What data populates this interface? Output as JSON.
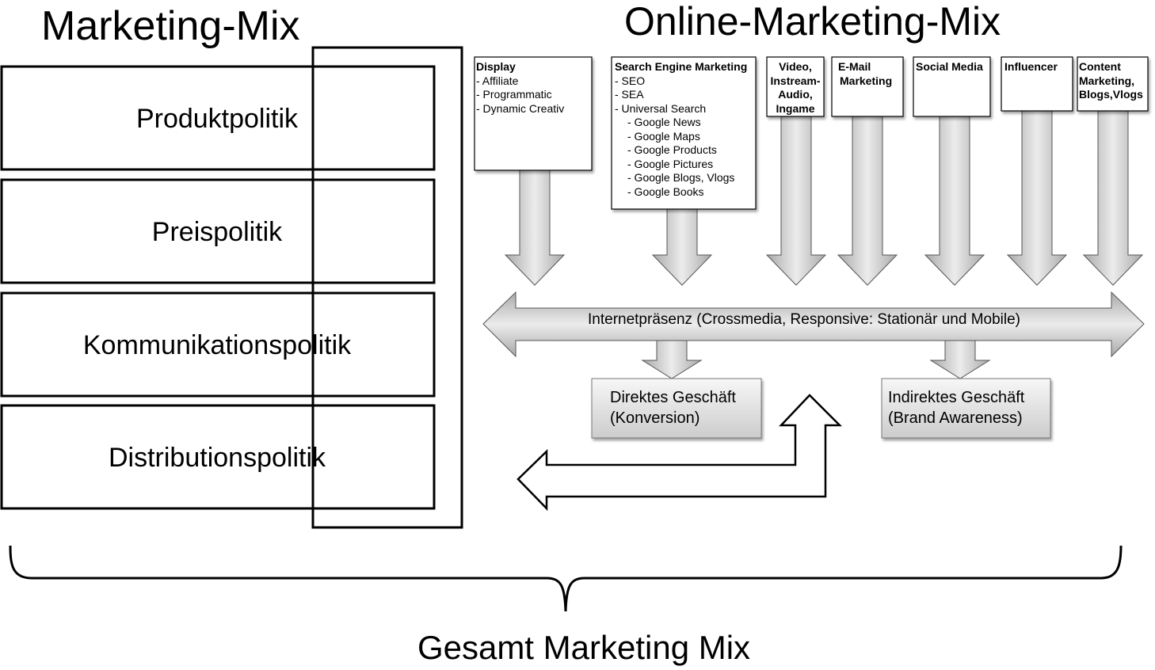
{
  "title_left": "Marketing-Mix",
  "title_right": "Online-Marketing-Mix",
  "marketing_mix": [
    "Produktpolitik",
    "Preispolitik",
    "Kommunikationspolitik",
    "Distributionspolitik"
  ],
  "online_sources": [
    {
      "title": "Display",
      "items": [
        "- Affiliate",
        "- Programmatic",
        "- Dynamic Creativ"
      ]
    },
    {
      "title": "Search Engine Marketing",
      "items": [
        "- SEO",
        "- SEA",
        "- Universal Search",
        "- Google News",
        "- Google Maps",
        "- Google Products",
        "- Google Pictures",
        "- Google Blogs, Vlogs",
        "- Google Books"
      ]
    },
    {
      "title_lines": [
        "Video,",
        "Instream-",
        "Audio,",
        "Ingame"
      ]
    },
    {
      "title_lines": [
        "E-Mail",
        "Marketing"
      ]
    },
    {
      "title": "Social Media"
    },
    {
      "title": "Influencer"
    },
    {
      "title_lines": [
        "Content",
        "Marketing,",
        "Blogs,Vlogs"
      ]
    }
  ],
  "hub": "Internetpräsenz (Crossmedia, Responsive: Stationär und Mobile)",
  "outcomes": [
    {
      "line1": "Direktes Geschäft",
      "line2": "(Konversion)"
    },
    {
      "line1": "Indirektes Geschäft",
      "line2": "(Brand Awareness)"
    }
  ],
  "footer": "Gesamt Marketing Mix"
}
